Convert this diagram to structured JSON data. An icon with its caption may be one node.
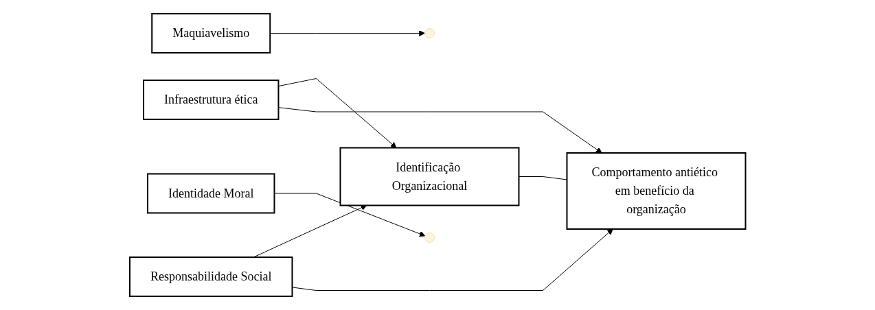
{
  "diagram": {
    "nodes": [
      {
        "text": [
          "Infraestrutura ética"
        ]
      },
      {
        "text": [
          "Responsabilidade Social"
        ]
      },
      {
        "text": [
          "Identificação Organizacional"
        ]
      },
      {
        "text": [
          "Maquiavelismo"
        ]
      },
      {
        "text": [
          "Identidade Moral"
        ]
      },
      {
        "text": [
          "Comportamento antiético em benefício da organização"
        ]
      }
    ],
    "edges": [
      {
        "from": 0,
        "to": 2,
        "arrow": "to"
      },
      {
        "from": 0,
        "to": 5,
        "arrow": "to"
      },
      {
        "from": 1,
        "to": 2,
        "arrow": "to"
      },
      {
        "from": 1,
        "to": 5,
        "arrow": "to"
      },
      {
        "from": 2,
        "to": 5,
        "arrow": "none"
      },
      {
        "from": 3,
        "to": null,
        "arrow": "to"
      },
      {
        "from": 4,
        "to": null,
        "arrow": "to"
      }
    ]
  }
}
